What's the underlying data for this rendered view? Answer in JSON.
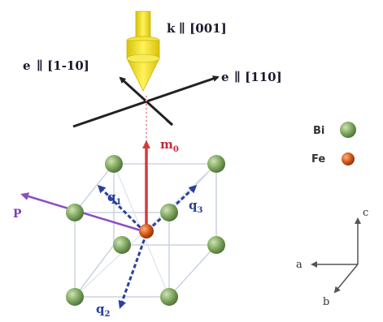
{
  "labels": {
    "k": "k",
    "k_dir": "∥ [001]",
    "e_left": "e",
    "e_left_dir": "∥ [1-10]",
    "e_right": "e",
    "e_right_dir": "∥ [110]",
    "m": "m",
    "m_sub": "0",
    "q1": "q",
    "q1_sub": "1",
    "q2": "q",
    "q2_sub": "2",
    "q3": "q",
    "q3_sub": "3",
    "p": "P"
  },
  "legend": {
    "items": [
      {
        "label": "Bi",
        "color": "#7fa85f"
      },
      {
        "label": "Fe",
        "color": "#d35a1e"
      }
    ]
  },
  "axes": {
    "a": "a",
    "b": "b",
    "c": "c"
  },
  "colors": {
    "arrow_yellow": "#f0df1a",
    "magnetic_red": "#d63a3a",
    "q_blue": "#2b3f9e",
    "p_purple": "#8a4fc4",
    "cube_line": "#bfc8d8"
  }
}
